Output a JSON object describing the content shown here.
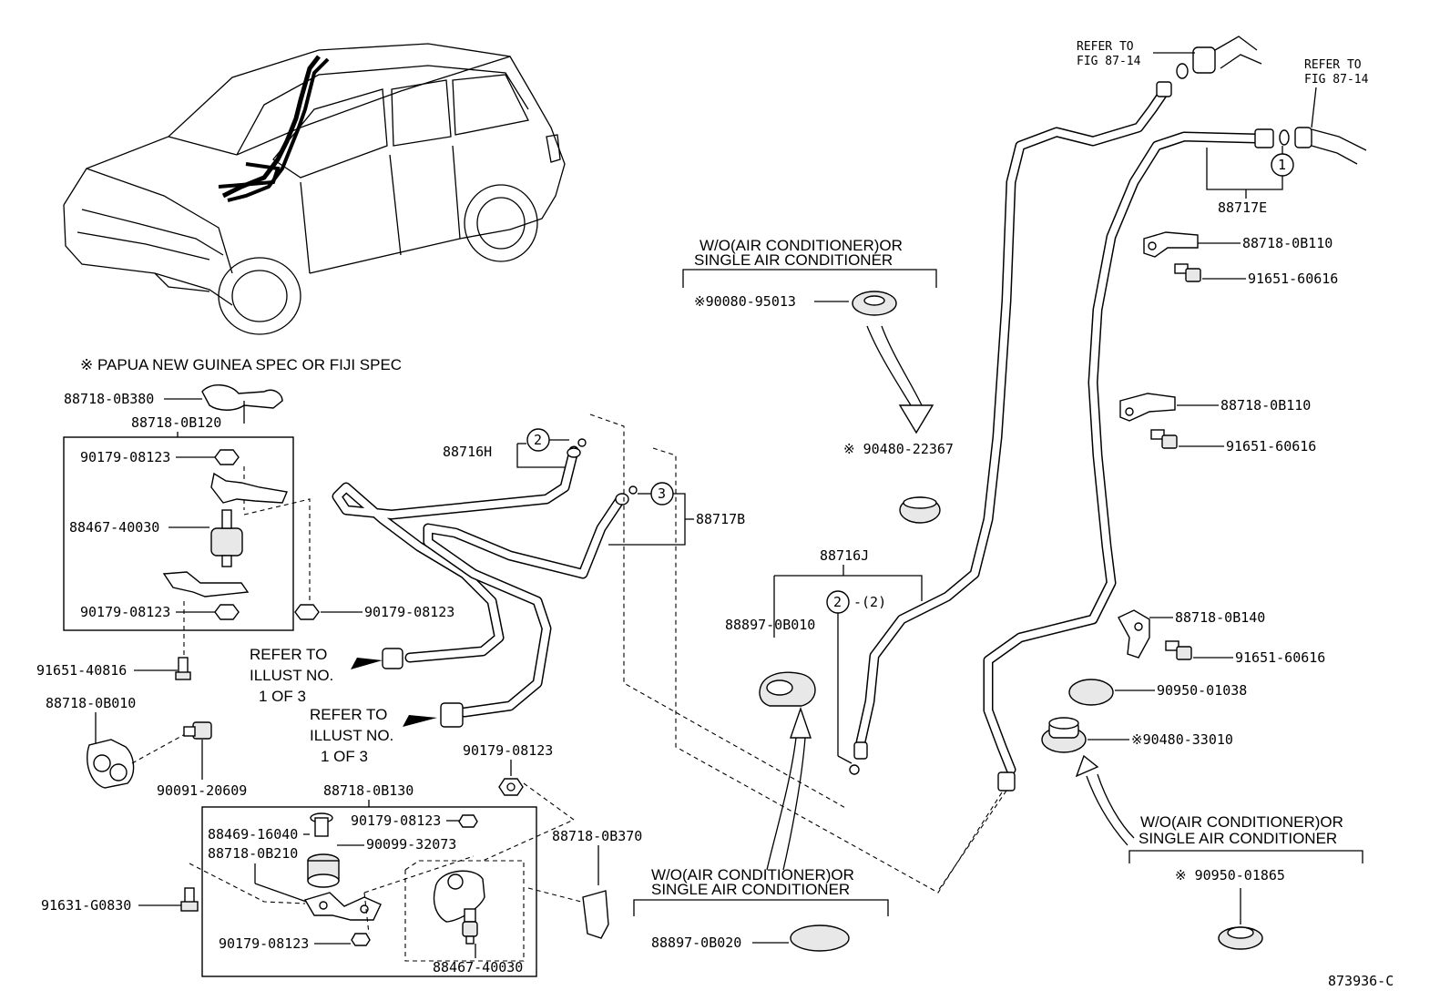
{
  "figure_id": "873936-C",
  "notes": {
    "spec_note": "※ PAPUA NEW GUINEA SPEC OR FIJI SPEC",
    "refer_fig_top_left_1": "REFER TO",
    "refer_fig_top_left_2": "FIG 87-14",
    "refer_fig_top_right_1": "REFER TO",
    "refer_fig_top_right_2": "FIG 87-14",
    "refer_illust_a_1": "REFER TO",
    "refer_illust_a_2": "ILLUST NO.",
    "refer_illust_a_3": "1  OF  3",
    "refer_illust_b_1": "REFER TO",
    "refer_illust_b_2": "ILLUST NO.",
    "refer_illust_b_3": "1  OF  3",
    "ac_group_top_1": "W/O(AIR CONDITIONER)OR",
    "ac_group_top_2": "SINGLE AIR CONDITIONER",
    "ac_group_bottom_1": "W/O(AIR CONDITIONER)OR",
    "ac_group_bottom_2": "SINGLE AIR CONDITIONER",
    "ac_group_right_1": "W/O(AIR CONDITIONER)OR",
    "ac_group_right_2": "SINGLE AIR CONDITIONER"
  },
  "callouts": {
    "c1": "1",
    "c2a": "2",
    "c2b": "2",
    "c2b_qty": "-(2)",
    "c3": "3"
  },
  "parts": {
    "p_88718_0B380": "88718-0B380",
    "p_88718_0B120": "88718-0B120",
    "p_90179_08123_a": "90179-08123",
    "p_88467_40030_a": "88467-40030",
    "p_90179_08123_b": "90179-08123",
    "p_90179_08123_c": "90179-08123",
    "p_91651_40816": "91651-40816",
    "p_88718_0B010": "88718-0B010",
    "p_90091_20609": "90091-20609",
    "p_88718_0B130": "88718-0B130",
    "p_88469_16040": "88469-16040",
    "p_88718_0B210": "88718-0B210",
    "p_90179_08123_d": "90179-08123",
    "p_90099_32073": "90099-32073",
    "p_90179_08123_e": "90179-08123",
    "p_91631_G0830": "91631-G0830",
    "p_90179_08123_f": "90179-08123",
    "p_88467_40030_b": "88467-40030",
    "p_88718_0B370": "88718-0B370",
    "p_88716H": "88716H",
    "p_88717B": "88717B",
    "p_88716J": "88716J",
    "p_88897_0B010": "88897-0B010",
    "p_88897_0B020": "88897-0B020",
    "p_90080_95013": "※90080-95013",
    "p_90480_22367": "※ 90480-22367",
    "p_88717E": "88717E",
    "p_88718_0B110_a": "88718-0B110",
    "p_91651_60616_a": "91651-60616",
    "p_88718_0B110_b": "88718-0B110",
    "p_91651_60616_b": "91651-60616",
    "p_88718_0B140": "88718-0B140",
    "p_91651_60616_c": "91651-60616",
    "p_90950_01038": "90950-01038",
    "p_90480_33010": "※90480-33010",
    "p_90950_01865": "※ 90950-01865"
  }
}
